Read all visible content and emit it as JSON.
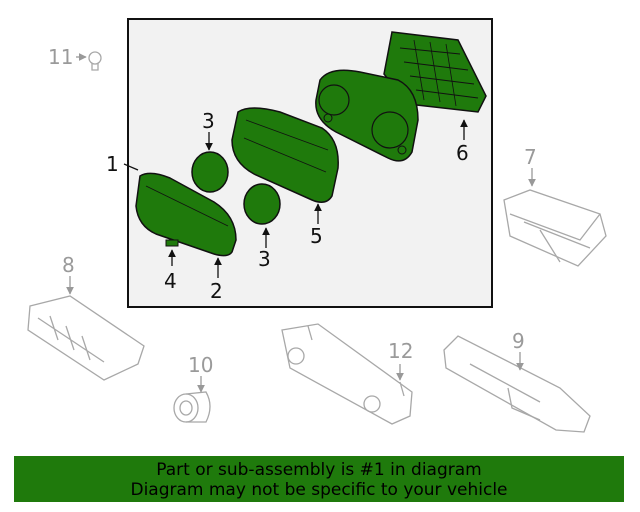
{
  "callouts": {
    "c1": "1",
    "c2": "2",
    "c3a": "3",
    "c3b": "3",
    "c4": "4",
    "c5": "5",
    "c6": "6",
    "c7": "7",
    "c8": "8",
    "c9": "9",
    "c10": "10",
    "c11": "11",
    "c12": "12"
  },
  "banner": {
    "line1": "Part or sub-assembly is #1 in diagram",
    "line2": "Diagram may not be specific to your vehicle"
  },
  "colors": {
    "highlight": "#1f7a0c",
    "part_fill": "#1f7a0c",
    "panel_bg": "#f2f2f2",
    "inactive_stroke": "#a8a8a8"
  }
}
